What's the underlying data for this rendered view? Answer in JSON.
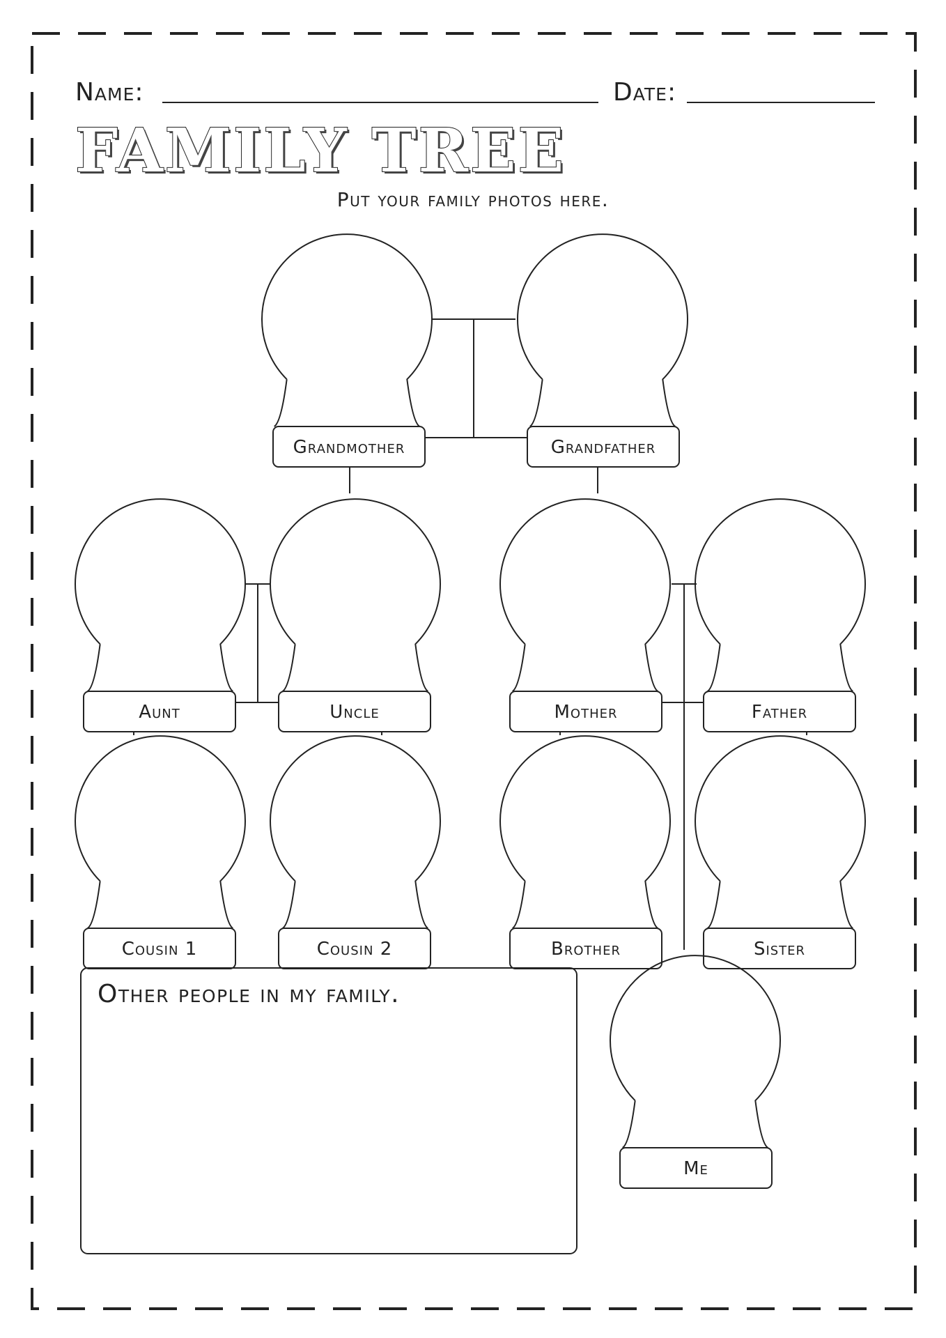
{
  "header": {
    "name_label": "Name:",
    "date_label": "Date:"
  },
  "title": "FAMILY TREE",
  "subtitle": "Put your family photos here.",
  "labels": {
    "grandmother": "Grandmother",
    "grandfather": "Grandfather",
    "aunt": "Aunt",
    "uncle": "Uncle",
    "mother": "Mother",
    "father": "Father",
    "cousin1": "Cousin 1",
    "cousin2": "Cousin 2",
    "brother": "Brother",
    "sister": "Sister",
    "me": "Me"
  },
  "other_box_title": "Other people in my family."
}
